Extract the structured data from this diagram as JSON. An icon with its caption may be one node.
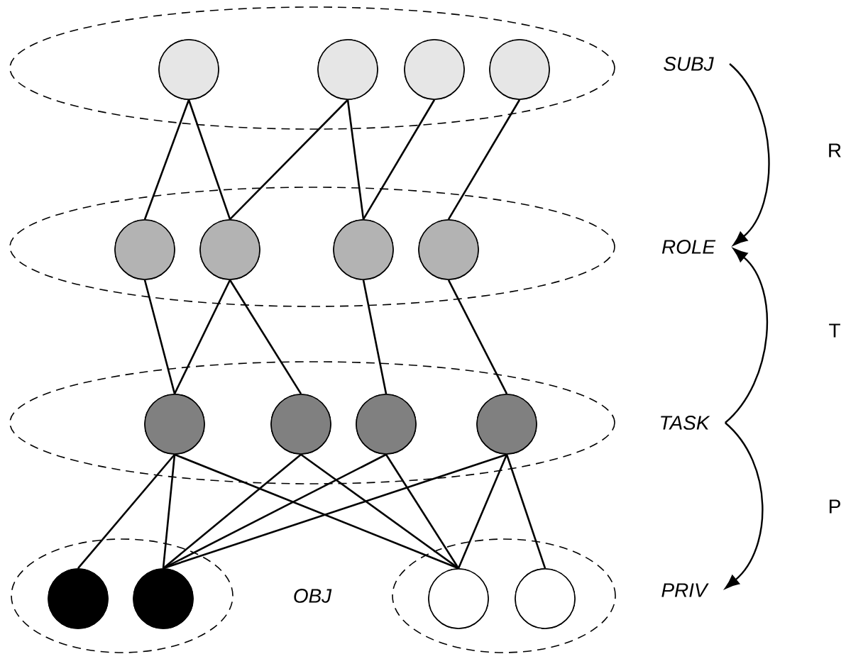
{
  "diagram": {
    "nodes": [
      {
        "text": [],
        "shape": "ellipse"
      },
      {
        "text": [],
        "shape": "circle",
        "in": 0
      },
      {
        "text": [],
        "shape": "circle",
        "in": 0
      },
      {
        "text": [],
        "shape": "circle",
        "in": 0
      },
      {
        "text": [],
        "shape": "circle",
        "in": 0
      },
      {
        "text": [],
        "shape": "ellipse"
      },
      {
        "text": [],
        "shape": "circle",
        "in": 5
      },
      {
        "text": [],
        "shape": "circle",
        "in": 5
      },
      {
        "text": [],
        "shape": "circle",
        "in": 5
      },
      {
        "text": [],
        "shape": "circle",
        "in": 5
      },
      {
        "text": [],
        "shape": "ellipse"
      },
      {
        "text": [],
        "shape": "circle",
        "in": 10
      },
      {
        "text": [],
        "shape": "circle",
        "in": 10
      },
      {
        "text": [],
        "shape": "circle",
        "in": 10
      },
      {
        "text": [],
        "shape": "circle",
        "in": 10
      },
      {
        "text": [],
        "shape": "ellipse",
        "beside": [
          "OBJ"
        ]
      },
      {
        "text": [],
        "shape": "circle",
        "in": 15
      },
      {
        "text": [],
        "shape": "circle",
        "in": 15
      },
      {
        "text": [],
        "shape": "ellipse"
      },
      {
        "text": [],
        "shape": "circle",
        "in": 18
      },
      {
        "text": [],
        "shape": "circle",
        "in": 18
      },
      {
        "text": [
          "SUBJ"
        ]
      },
      {
        "text": [
          "ROLE"
        ]
      },
      {
        "text": [
          "TASK"
        ]
      },
      {
        "text": [
          "PRIV"
        ]
      }
    ],
    "edges": [
      {
        "from": 1,
        "to": 6,
        "arrow": "none"
      },
      {
        "from": 1,
        "to": 7,
        "arrow": "none"
      },
      {
        "from": 2,
        "to": 7,
        "arrow": "none"
      },
      {
        "from": 2,
        "to": 8,
        "arrow": "none"
      },
      {
        "from": 3,
        "to": 8,
        "arrow": "none"
      },
      {
        "from": 4,
        "to": 9,
        "arrow": "none"
      },
      {
        "from": 6,
        "to": 11,
        "arrow": "none"
      },
      {
        "from": 7,
        "to": 11,
        "arrow": "none"
      },
      {
        "from": 7,
        "to": 12,
        "arrow": "none"
      },
      {
        "from": 8,
        "to": 13,
        "arrow": "none"
      },
      {
        "from": 9,
        "to": 14,
        "arrow": "none"
      },
      {
        "from": 11,
        "to": 16,
        "arrow": "none"
      },
      {
        "from": 11,
        "to": 17,
        "arrow": "none"
      },
      {
        "from": 11,
        "to": 19,
        "arrow": "none"
      },
      {
        "from": 12,
        "to": 17,
        "arrow": "none"
      },
      {
        "from": 12,
        "to": 19,
        "arrow": "none"
      },
      {
        "from": 13,
        "to": 17,
        "arrow": "none"
      },
      {
        "from": 13,
        "to": 19,
        "arrow": "none"
      },
      {
        "from": 14,
        "to": 17,
        "arrow": "none"
      },
      {
        "from": 14,
        "to": 19,
        "arrow": "none"
      },
      {
        "from": 14,
        "to": 20,
        "arrow": "none"
      },
      {
        "from": 21,
        "to": 22,
        "arrow": "to",
        "label": "R"
      },
      {
        "from": 23,
        "to": 22,
        "arrow": "to",
        "label": "T"
      },
      {
        "from": 23,
        "to": 24,
        "arrow": "to",
        "label": "P"
      }
    ]
  }
}
